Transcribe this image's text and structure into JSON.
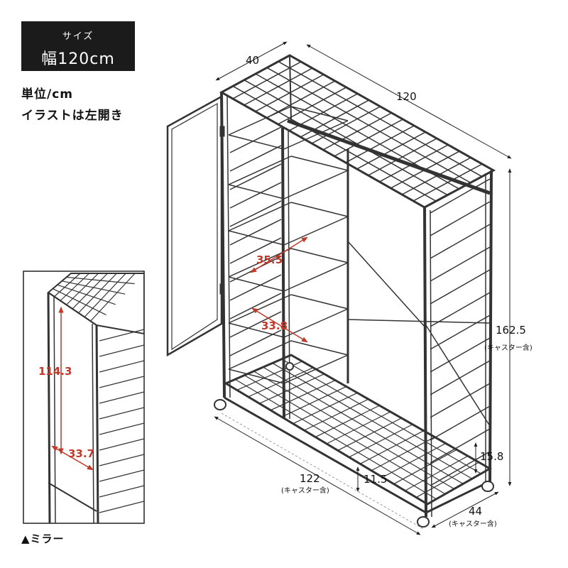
{
  "size_box": {
    "label": "サイズ",
    "value": "幅120cm"
  },
  "notes": {
    "unit": "単位/cm",
    "door": "イラストは左開き"
  },
  "mirror_caption": "▲ミラー",
  "dimensions": {
    "depth_top": "40",
    "width_top": "120",
    "height": "162.5",
    "height_note": "(キャスター含)",
    "width_bottom": "122",
    "width_bottom_note": "(キャスター含)",
    "depth_bottom": "44",
    "depth_bottom_note": "(キャスター含)",
    "shelf_pitch_upper": "35.5",
    "shelf_pitch_lower": "33.8",
    "base_height": "15.8",
    "floor_clearance": "11.5",
    "mirror_height": "114.3",
    "mirror_lower": "33.7"
  },
  "colors": {
    "dim_red": "#c0392b",
    "frame": "#333333",
    "black_box": "#1b1b1b"
  }
}
